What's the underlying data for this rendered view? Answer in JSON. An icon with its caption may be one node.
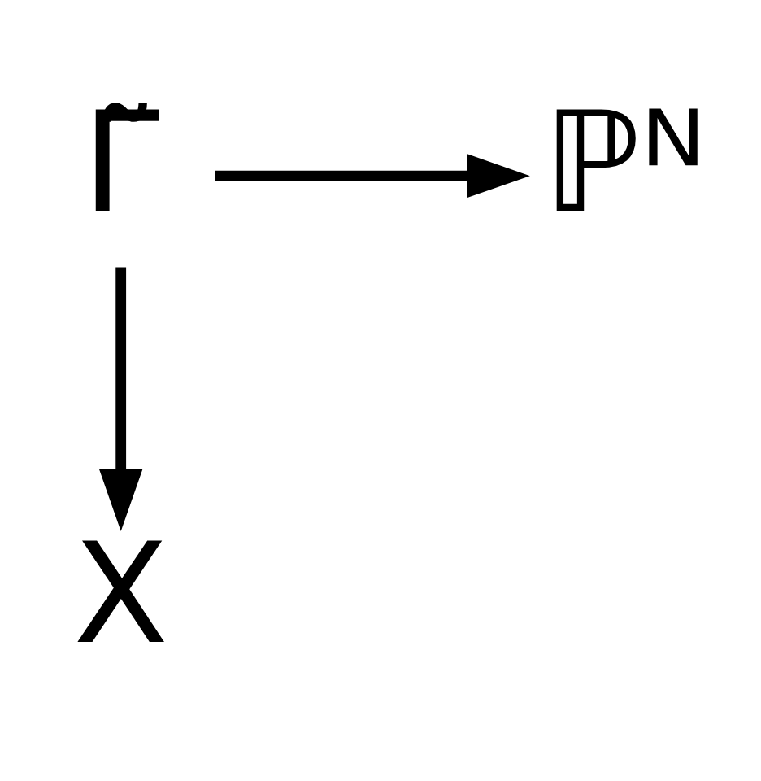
{
  "diagram": {
    "nodes": [
      {
        "text": [
          "Γ̃"
        ]
      },
      {
        "text": [
          "ℙᴺ"
        ]
      },
      {
        "text": [
          "X"
        ]
      }
    ],
    "edges": [
      {
        "from": 0,
        "to": 1,
        "arrow": "to"
      },
      {
        "from": 0,
        "to": 2,
        "arrow": "to"
      }
    ]
  }
}
